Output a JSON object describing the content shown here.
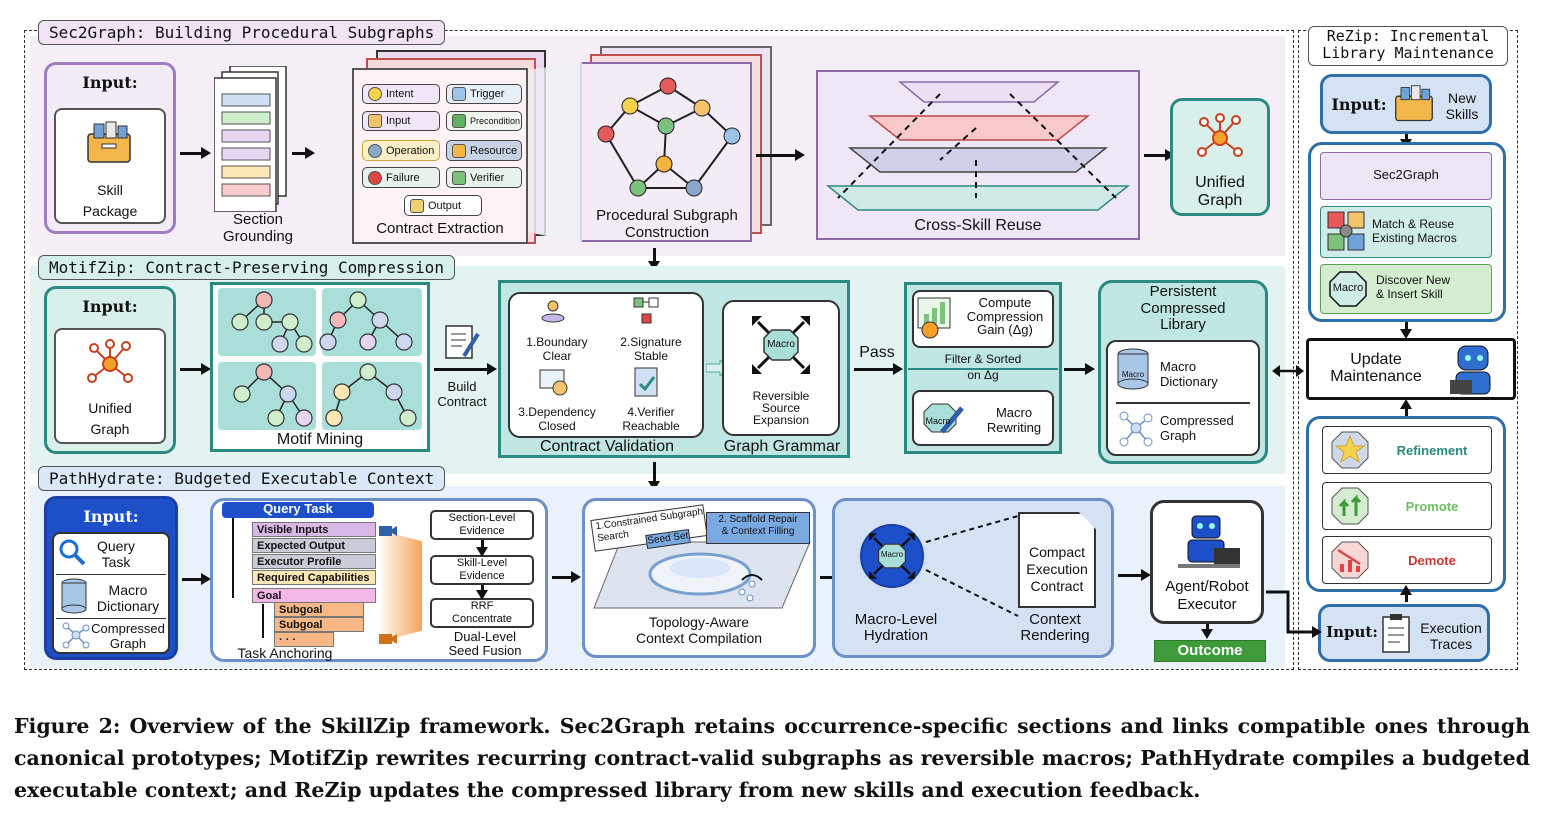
{
  "sec2graph": {
    "title": "Sec2Graph: Building Procedural Subgraphs",
    "input_label": "Input:",
    "input_item": "Skill\nPackage",
    "section_grounding": "Section\nGrounding",
    "contract_extraction": "Contract Extraction",
    "chips": [
      "Intent",
      "Trigger",
      "Input",
      "Precondition",
      "Operation",
      "Resource",
      "Failure",
      "Verifier",
      "Output"
    ],
    "subgraph_construction": "Procedural Subgraph\nConstruction",
    "cross_skill_reuse": "Cross-Skill Reuse",
    "unified_graph": "Unified\nGraph"
  },
  "motifzip": {
    "title": "MotifZip: Contract-Preserving Compression",
    "input_label": "Input:",
    "input_item": "Unified\nGraph",
    "motif_mining": "Motif Mining",
    "build_contract": "Build\nContract",
    "checks": [
      "1.Boundary\nClear",
      "2.Signature\nStable",
      "3.Dependency\nClosed",
      "4.Verifier\nReachable"
    ],
    "contract_validation": "Contract Validation",
    "macro": "Macro",
    "reversible": "Reversible\nSource\nExpansion",
    "graph_grammar": "Graph Grammar",
    "pass": "Pass",
    "compute_gain": "Compute\nCompression\nGain (Δg)",
    "filter_sorted": "Filter & Sorted\non Δg",
    "macro_rewriting": "Macro\nRewriting",
    "macro_short": "Macro",
    "persistent": "Persistent\nCompressed\nLibrary",
    "macro_dictionary": "Macro\nDictionary",
    "compressed_graph": "Compressed\nGraph"
  },
  "pathhydrate": {
    "title": "PathHydrate: Budgeted Executable Context",
    "input_label": "Input:",
    "input_items": [
      "Query\nTask",
      "Macro\nDictionary",
      "Compressed\nGraph"
    ],
    "query_task": "Query Task",
    "bars": [
      "Visible Inputs",
      "Expected Output",
      "Executor Profile",
      "Required Capabilities",
      "Goal",
      "Subgoal",
      "Subgoal",
      "· · ·"
    ],
    "task_anchoring": "Task Anchoring",
    "evidence": [
      "Section-Level\nEvidence",
      "Skill-Level\nEvidence",
      "RRF\nConcentrate"
    ],
    "dual_level": "Dual-Level\nSeed Fusion",
    "constrained": "1.Constrained Subgraph\nSearch",
    "seed_set": "Seed Set",
    "scaffold": "2. Scaffold Repair\n& Context Filling",
    "topology": "Topology-Aware\nContext Compilation",
    "macro": "Macro",
    "macro_hydration": "Macro-Level\nHydration",
    "compact": "Compact\nExecution\nContract",
    "context_rendering": "Context\nRendering",
    "executor": "Agent/Robot\nExecutor",
    "outcome": "Outcome"
  },
  "rezip": {
    "title": "ReZip: Incremental\nLibrary Maintenance",
    "input_label": "Input:",
    "new_skills": "New\nSkills",
    "sec2graph": "Sec2Graph",
    "match_reuse": "Match & Reuse\nExisting Macros",
    "discover": "Discover New\n& Insert Skill",
    "macro_short": "Macro",
    "update": "Update\nMaintenance",
    "refinement": "Refinement",
    "promote": "Promote",
    "demote": "Demote",
    "execution_traces": "Execution\nTraces"
  },
  "caption": {
    "label": "Figure 2: Overview of the SkillZip framework.",
    "text": " Sec2Graph retains occurrence-specific sections and links compatible ones through canonical prototypes; MotifZip rewrites recurring contract-valid subgraphs as reversible macros; PathHydrate compiles a budgeted executable context; and ReZip updates the compressed library from new skills and execution feedback."
  },
  "colors": {
    "sec2graph_bg": "#f5eef7",
    "motifzip_bg": "#e3f3f1",
    "pathhydrate_bg": "#e9f1fa",
    "rezip_bg": "#ffffff",
    "teal": "#2a8a82",
    "purple": "#9a7ab5",
    "blue": "#2f5fa8",
    "outcome": "#3f9b3a"
  }
}
